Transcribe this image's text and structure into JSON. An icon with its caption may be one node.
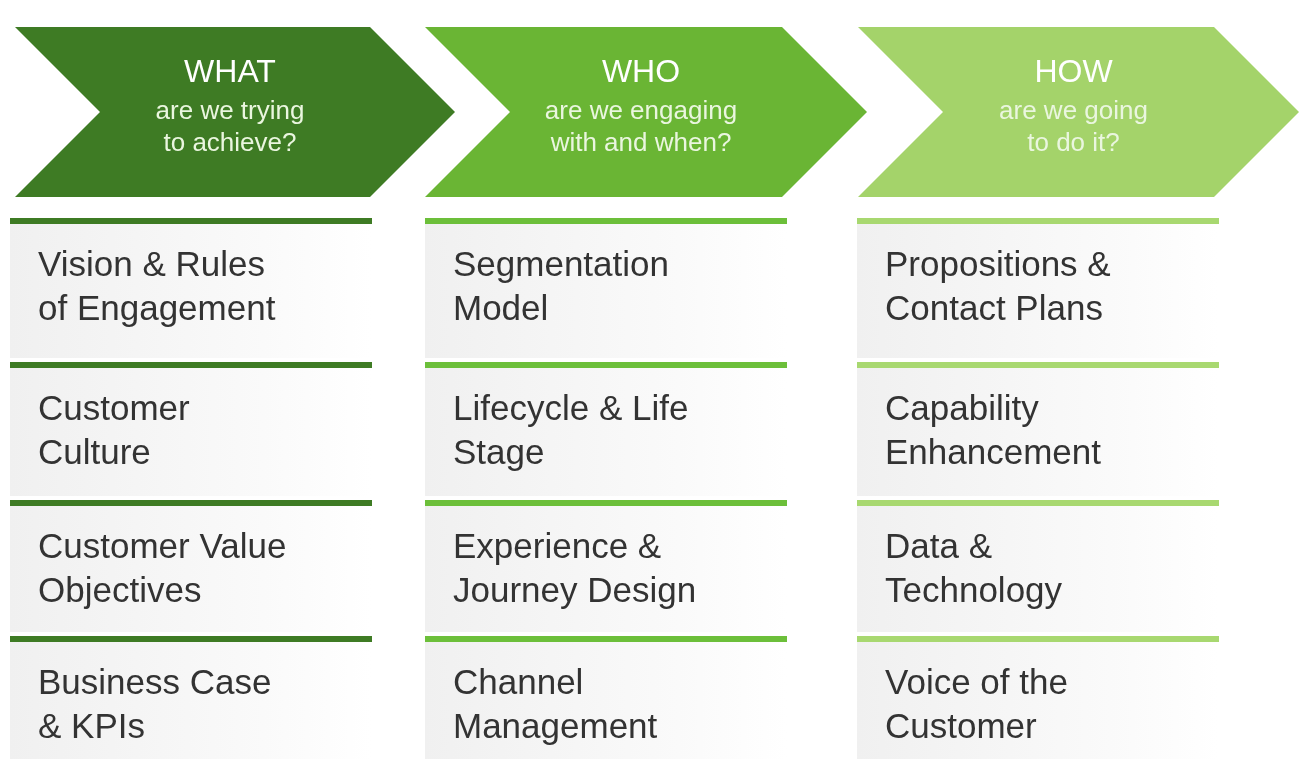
{
  "diagram": {
    "nodes": [
      {
        "text": [
          "WHAT",
          "are we trying to achieve?"
        ]
      },
      {
        "text": [
          "Vision & Rules of Engagement"
        ]
      },
      {
        "text": [
          "Customer Culture"
        ]
      },
      {
        "text": [
          "Customer Value Objectives"
        ]
      },
      {
        "text": [
          "Business Case & KPIs"
        ]
      },
      {
        "text": [
          "WHO",
          "are we engaging with and when?"
        ]
      },
      {
        "text": [
          "Segmentation Model"
        ]
      },
      {
        "text": [
          "Lifecycle & Life Stage"
        ]
      },
      {
        "text": [
          "Experience & Journey Design"
        ]
      },
      {
        "text": [
          "Channel Management"
        ]
      },
      {
        "text": [
          "HOW",
          "are we going to do it?"
        ]
      },
      {
        "text": [
          "Propositions & Contact Plans"
        ]
      },
      {
        "text": [
          "Capability Enhancement"
        ]
      },
      {
        "text": [
          "Data & Technology"
        ]
      },
      {
        "text": [
          "Voice of the Customer"
        ]
      }
    ],
    "edges": []
  }
}
